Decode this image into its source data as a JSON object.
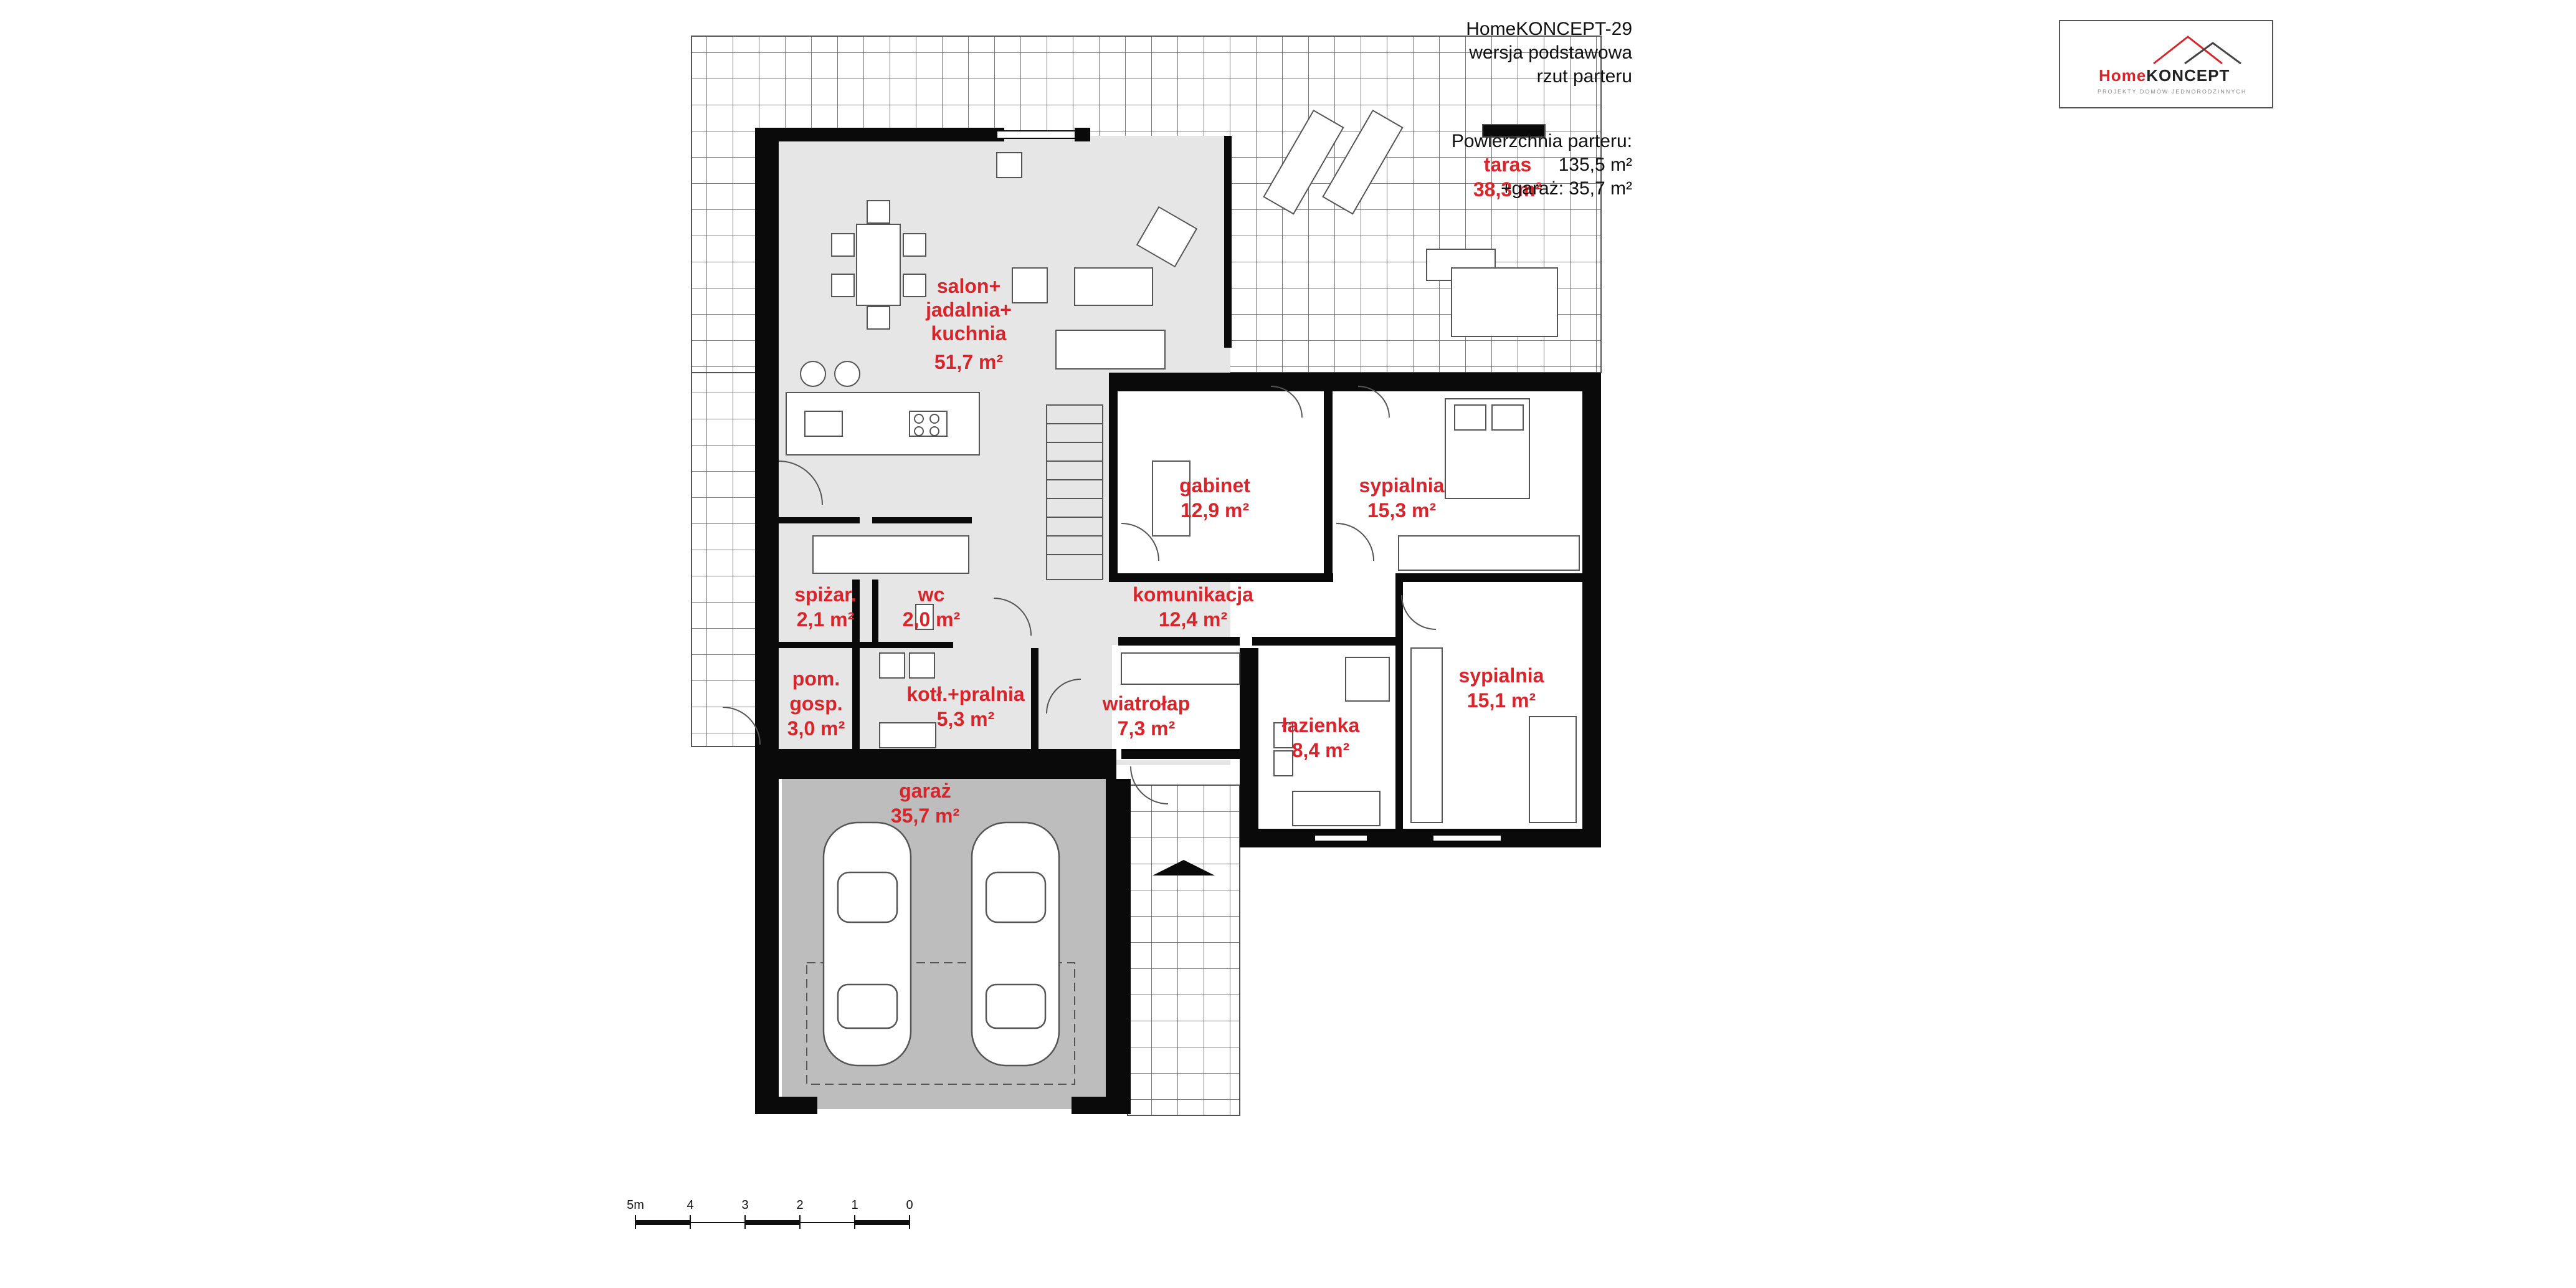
{
  "title": {
    "line1": "HomeKONCEPT-29",
    "line2": "wersja podstawowa",
    "line3": "rzut parteru"
  },
  "area_summary": {
    "label": "Powierzchnia parteru:",
    "ground_floor": "135,5 m²",
    "garage": "+garaż: 35,7 m²"
  },
  "logo": {
    "accent": "Home",
    "text": "KONCEPT",
    "sub": "PROJEKTY DOMÓW JEDNORODZINNYCH"
  },
  "rooms": {
    "salon": {
      "l1": "salon+",
      "l2": "jadalnia+",
      "l3": "kuchnia",
      "area": "51,7 m²"
    },
    "taras": {
      "name": "taras",
      "area": "38,3 m²"
    },
    "gabinet": {
      "name": "gabinet",
      "area": "12,9 m²"
    },
    "sypialnia1": {
      "name": "sypialnia",
      "area": "15,3 m²"
    },
    "komunikacja": {
      "name": "komunikacja",
      "area": "12,4 m²"
    },
    "spizarnia": {
      "name": "spiżar.",
      "area": "2,1 m²"
    },
    "wc": {
      "name": "wc",
      "area": "2,0 m²"
    },
    "pomgosp": {
      "l1": "pom.",
      "l2": "gosp.",
      "area": "3,0 m²"
    },
    "kotlownia": {
      "name": "kotł.+pralnia",
      "area": "5,3 m²"
    },
    "wiatrolap": {
      "name": "wiatrołap",
      "area": "7,3 m²"
    },
    "lazienka": {
      "name": "łazienka",
      "area": "8,4 m²"
    },
    "sypialnia2": {
      "name": "sypialnia",
      "area": "15,1 m²"
    },
    "garaz": {
      "name": "garaż",
      "area": "35,7 m²"
    }
  },
  "scale": {
    "ticks": [
      "0",
      "1",
      "2",
      "3",
      "4",
      "5m"
    ]
  },
  "colors": {
    "wall": "#0a0a0a",
    "floor": "#e6e6e6",
    "garage_floor": "#bdbdbd",
    "label": "#d8252b",
    "tile_line": "#555555"
  }
}
